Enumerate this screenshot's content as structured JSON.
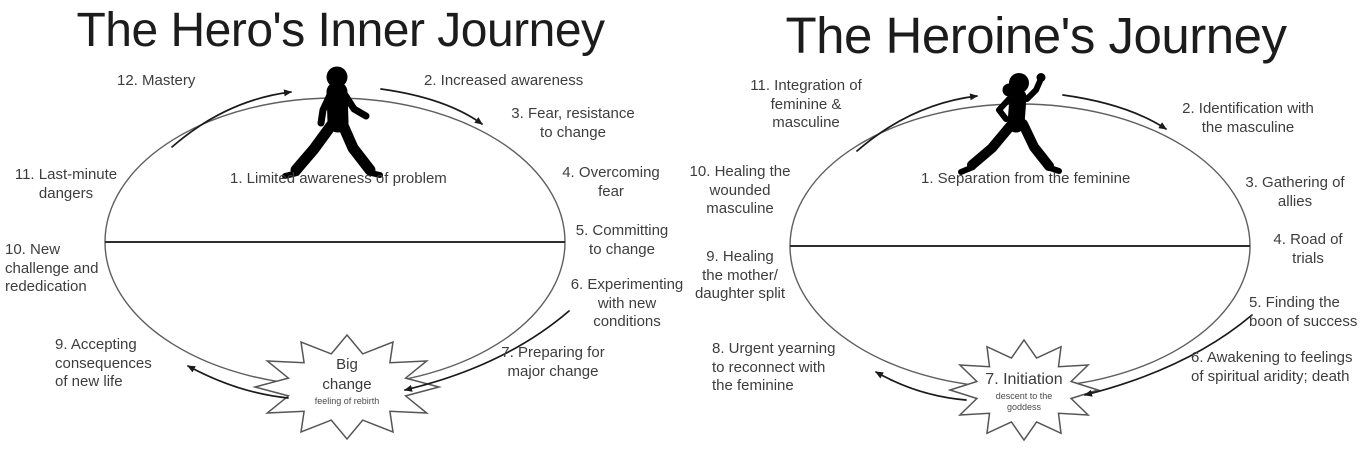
{
  "colors": {
    "background": "#ffffff",
    "title_text": "#1c1c1c",
    "label_text": "#3d3d3d",
    "ellipse_stroke": "#5f5f5f",
    "midline_stroke": "#2e2e2e",
    "arrow_stroke": "#1a1a1a",
    "figure_fill": "#000000",
    "star_stroke": "#555555",
    "star_fill": "#ffffff"
  },
  "icons": {
    "hero_figure": "walking-man-silhouette",
    "heroine_figure": "walking-woman-silhouette",
    "burst": "starburst-shape"
  },
  "hero": {
    "title": "The Hero's Inner Journey",
    "stages": {
      "s1": "1. Limited awareness of problem",
      "s2": "2. Increased awareness",
      "s3": "3. Fear, resistance\nto change",
      "s4": "4. Overcoming\nfear",
      "s5": "5. Committing\nto change",
      "s6": "6. Experimenting\nwith new\nconditions",
      "s7": "7. Preparing for\nmajor change",
      "s9": "9. Accepting\nconsequences\nof new life",
      "s10": "10. New\nchallenge and\nrededication",
      "s11": "11. Last-minute\ndangers",
      "s12": "12. Mastery"
    },
    "star": {
      "label": "Big\nchange",
      "sublabel": "feeling of rebirth"
    }
  },
  "heroine": {
    "title": "The Heroine's Journey",
    "stages": {
      "s1": "1. Separation from the feminine",
      "s2": "2. Identification with\nthe masculine",
      "s3": "3. Gathering of\nallies",
      "s4": "4. Road of\ntrials",
      "s5": "5. Finding the\nboon of success",
      "s6": "6. Awakening to feelings\nof spiritual aridity; death",
      "s8": "8. Urgent yearning\nto reconnect with\nthe feminine",
      "s9": "9. Healing\nthe mother/\ndaughter split",
      "s10": "10. Healing the\nwounded\nmasculine",
      "s11": "11. Integration of\nfeminine &\nmasculine"
    },
    "star": {
      "label": "7. Initiation",
      "sublabel": "descent to the\ngoddess"
    }
  }
}
